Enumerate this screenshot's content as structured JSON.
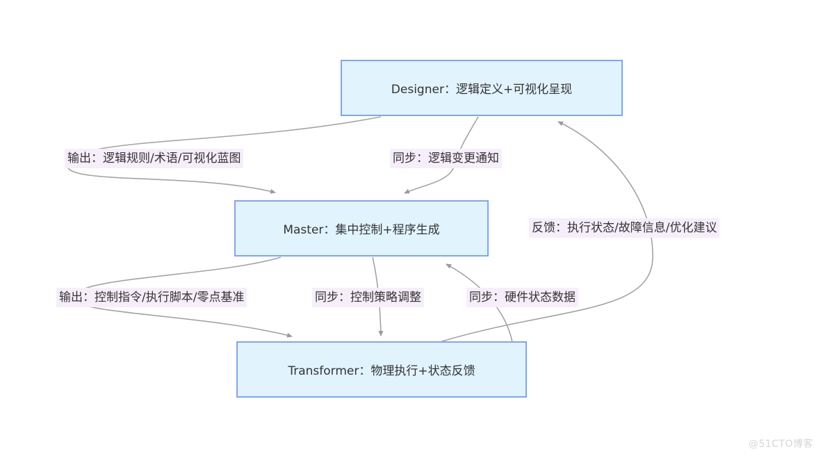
{
  "diagram": {
    "nodes": [
      {
        "id": "designer",
        "label": "Designer：逻辑定义+可视化呈现"
      },
      {
        "id": "master",
        "label": "Master：集中控制+程序生成"
      },
      {
        "id": "transformer",
        "label": "Transformer：物理执行+状态反馈"
      }
    ],
    "edges": [
      {
        "from": "designer",
        "to": "master",
        "label": "输出：逻辑规则/术语/可视化蓝图"
      },
      {
        "from": "designer",
        "to": "master",
        "label": "同步：逻辑变更通知"
      },
      {
        "from": "transformer",
        "to": "designer",
        "label": "反馈：执行状态/故障信息/优化建议"
      },
      {
        "from": "master",
        "to": "transformer",
        "label": "输出：控制指令/执行脚本/零点基准"
      },
      {
        "from": "master",
        "to": "transformer",
        "label": "同步：控制策略调整"
      },
      {
        "from": "transformer",
        "to": "master",
        "label": "同步：硬件状态数据"
      }
    ],
    "colors": {
      "node_fill": "#e1f3fd",
      "node_border": "#7ea6f0",
      "edge": "#a3a3a3",
      "label_bg": "#f6eefa",
      "text": "#333333"
    }
  },
  "watermark": {
    "text": "@51CTO博客"
  }
}
